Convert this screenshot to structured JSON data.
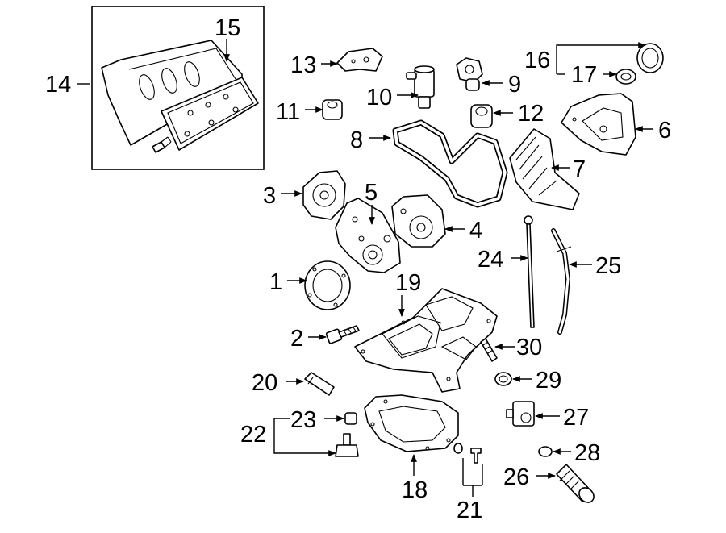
{
  "labels": {
    "c1": "1",
    "c2": "2",
    "c3": "3",
    "c4": "4",
    "c5": "5",
    "c6": "6",
    "c7": "7",
    "c8": "8",
    "c9": "9",
    "c10": "10",
    "c11": "11",
    "c12": "12",
    "c13": "13",
    "c14": "14",
    "c15": "15",
    "c16": "16",
    "c17": "17",
    "c18": "18",
    "c19": "19",
    "c20": "20",
    "c21": "21",
    "c22": "22",
    "c23": "23",
    "c24": "24",
    "c25": "25",
    "c26": "26",
    "c27": "27",
    "c28": "28",
    "c29": "29",
    "c30": "30"
  }
}
